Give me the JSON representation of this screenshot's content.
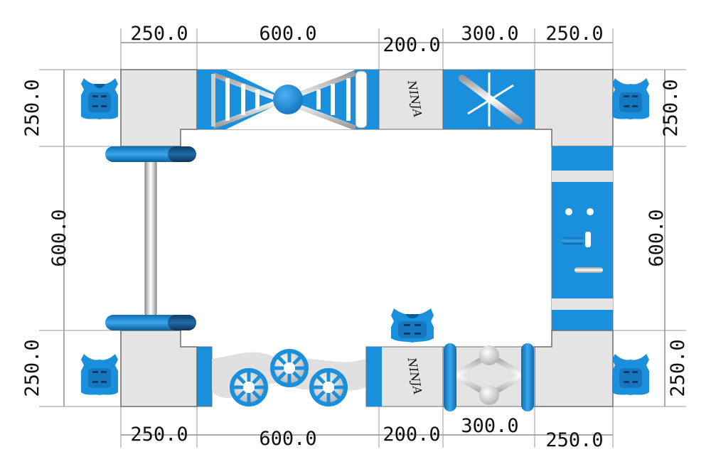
{
  "dimensions": {
    "top": [
      "250.0",
      "600.0",
      "200.0",
      "300.0",
      "250.0"
    ],
    "bottom": [
      "250.0",
      "600.0",
      "200.0",
      "300.0",
      "250.0"
    ],
    "left": [
      "250.0",
      "600.0",
      "250.0"
    ],
    "right": [
      "250.0",
      "600.0",
      "250.0"
    ]
  },
  "labels": {
    "ninja_top": "NINJA",
    "ninja_bottom": "NINJA"
  },
  "colors": {
    "blue": "#1a8fdc",
    "light_gray": "#e4e4e4",
    "mid_gray": "#c8c8c8",
    "outline": "#6d6d6d",
    "white": "#ffffff"
  }
}
